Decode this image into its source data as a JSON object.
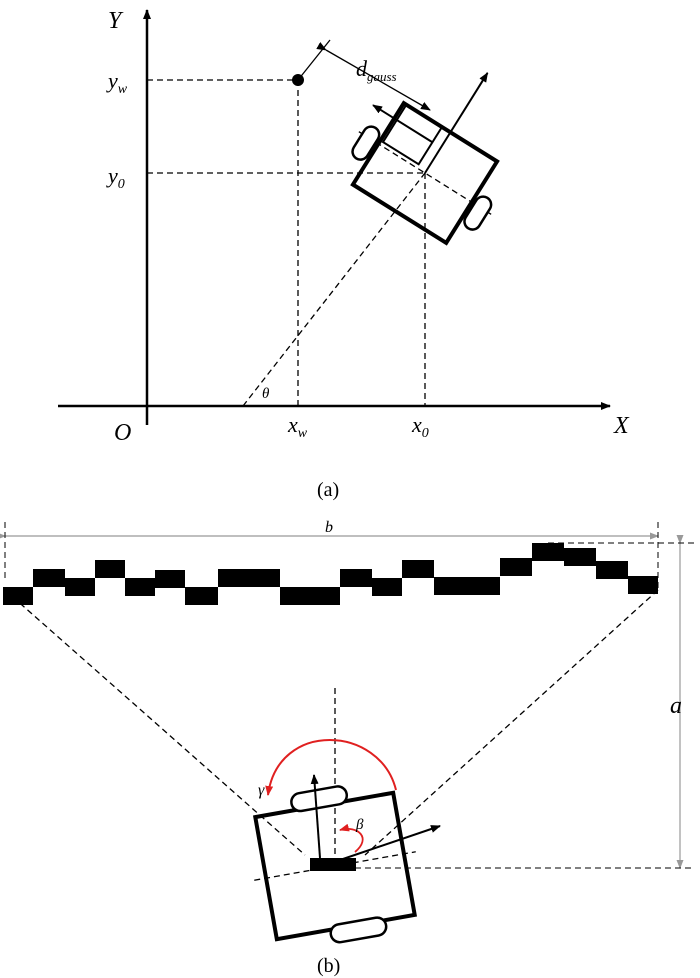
{
  "panel_a": {
    "caption": "(a)",
    "axis_y_label": "Y",
    "axis_x_label": "X",
    "origin_label": "O",
    "yw_base": "y",
    "yw_sub": "w",
    "y0_base": "y",
    "y0_sub": "0",
    "xw_base": "x",
    "xw_sub": "w",
    "x0_base": "x",
    "x0_sub": "0",
    "d_base": "d",
    "d_sub": "gauss",
    "theta_label": "θ"
  },
  "panel_b": {
    "caption": "(b)",
    "width_label": "b",
    "height_label": "a",
    "gamma_label": "γ",
    "beta_label": "β"
  },
  "colors": {
    "ink": "#000000",
    "accent": "#e02020",
    "dim_line": "#999999"
  }
}
